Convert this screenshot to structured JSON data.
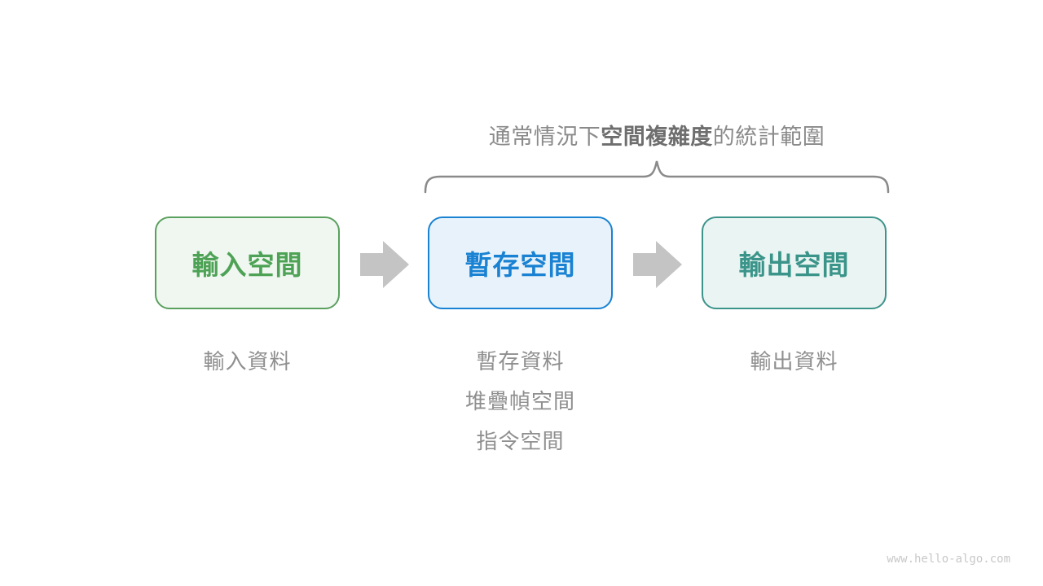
{
  "title": {
    "prefix": "通常情況下",
    "highlight": "空間複雜度",
    "suffix": "的統計範圍"
  },
  "boxes": [
    {
      "label": "輸入空間",
      "border_color": "#5aa05e",
      "fill_color": "#f0f7f0",
      "text_color": "#4da255"
    },
    {
      "label": "暫存空間",
      "border_color": "#1982d2",
      "fill_color": "#e7f2fb",
      "text_color": "#1982d2"
    },
    {
      "label": "輸出空間",
      "border_color": "#3d948b",
      "fill_color": "#eaf4f2",
      "text_color": "#3a948a"
    }
  ],
  "annotations": {
    "input": "輸入資料",
    "temp": [
      "暫存資料",
      "堆疊幀空間",
      "指令空間"
    ],
    "output": "輸出資料"
  },
  "shapes": {
    "arrow_color": "#c4c4c4",
    "brace_color": "#8a8a8a"
  },
  "watermark": "www.hello-algo.com"
}
